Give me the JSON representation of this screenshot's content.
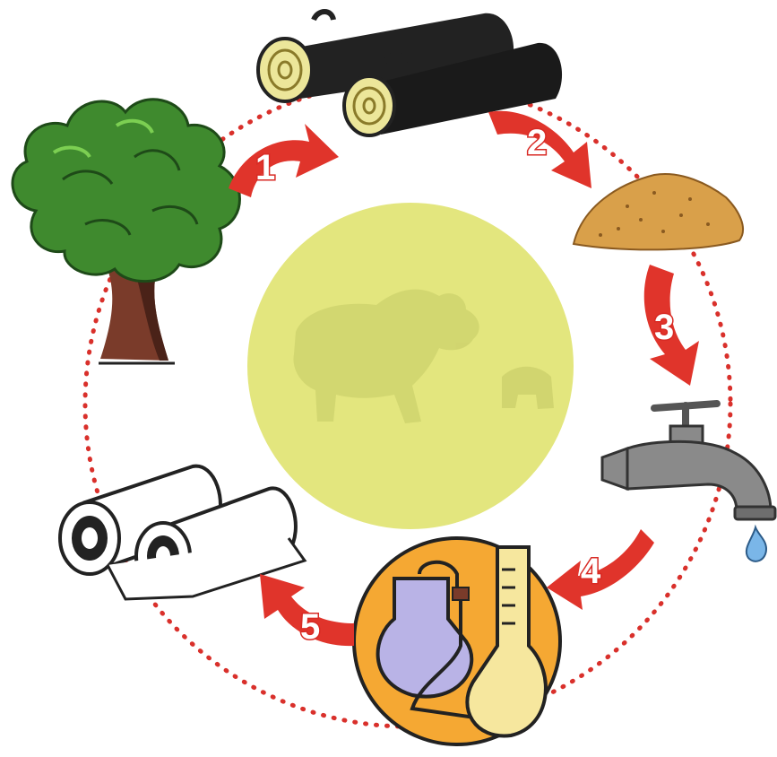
{
  "diagram": {
    "steps": [
      {
        "number": "1",
        "icon": "tree-icon"
      },
      {
        "number": "2",
        "icon": "logs-icon"
      },
      {
        "number": "3",
        "icon": "sawdust-icon"
      },
      {
        "number": "4",
        "icon": "water-tap-icon"
      },
      {
        "number": "5",
        "icon": "lab-flasks-icon"
      }
    ],
    "final_product_icon": "paper-rolls-icon",
    "center_icon": "animal-silhouette-icon",
    "colors": {
      "arrow_red": "#e0342b",
      "dotted_circle": "#d9302b",
      "center_disc": "#e3e67e",
      "tree_green": "#3f8a2e",
      "trunk_brown": "#7a3b2a",
      "log_dark": "#222222",
      "log_end": "#ece69a",
      "sawdust": "#d9a04a",
      "tap_grey": "#8a8a8a",
      "water_drop": "#7ab6e8",
      "lab_orange": "#f5a833",
      "flask_liquid": "#b9b3e6",
      "tube_cream": "#f6e79e"
    }
  }
}
